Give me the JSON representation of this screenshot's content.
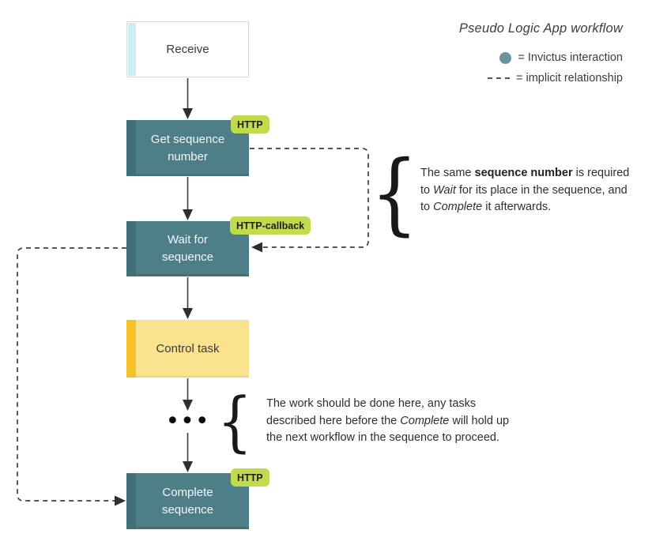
{
  "title": "Pseudo Logic App workflow",
  "legend": {
    "invictus_label": "= Invictus interaction",
    "implicit_label": "= implicit relationship"
  },
  "nodes": {
    "receive": {
      "label": "Receive"
    },
    "get_sequence_number": {
      "label": "Get sequence\nnumber",
      "badge": "HTTP"
    },
    "wait_for_sequence": {
      "label": "Wait for\nsequence",
      "badge": "HTTP-callback"
    },
    "control_task": {
      "label": "Control task"
    },
    "complete_sequence": {
      "label": "Complete\nsequence",
      "badge": "HTTP"
    }
  },
  "ellipsis": "•••",
  "brace_glyph": "{",
  "notes": {
    "sequence": {
      "l1a": "The same ",
      "l1b": "sequence number",
      "l1c": " is required",
      "l2a": "to ",
      "l2b": "Wait",
      "l2c": " for its place in the sequence, and",
      "l3a": "to ",
      "l3b": "Complete",
      "l3c": " it afterwards."
    },
    "work": {
      "l1": "The work should be done here, any tasks",
      "l2a": "described here before the ",
      "l2b": "Complete",
      "l2c": " will hold up",
      "l3": "the next workflow in the sequence to proceed."
    }
  },
  "colors": {
    "teal": "#4E7E87",
    "teal_dark": "#426E78",
    "yellow": "#FAE28F",
    "yellow_dark": "#F4C127",
    "cyan_strip": "#CDEEF3",
    "badge_green": "#C0DC4E",
    "legend_circle": "#6B949C",
    "arrow": "#3A3A3A"
  }
}
